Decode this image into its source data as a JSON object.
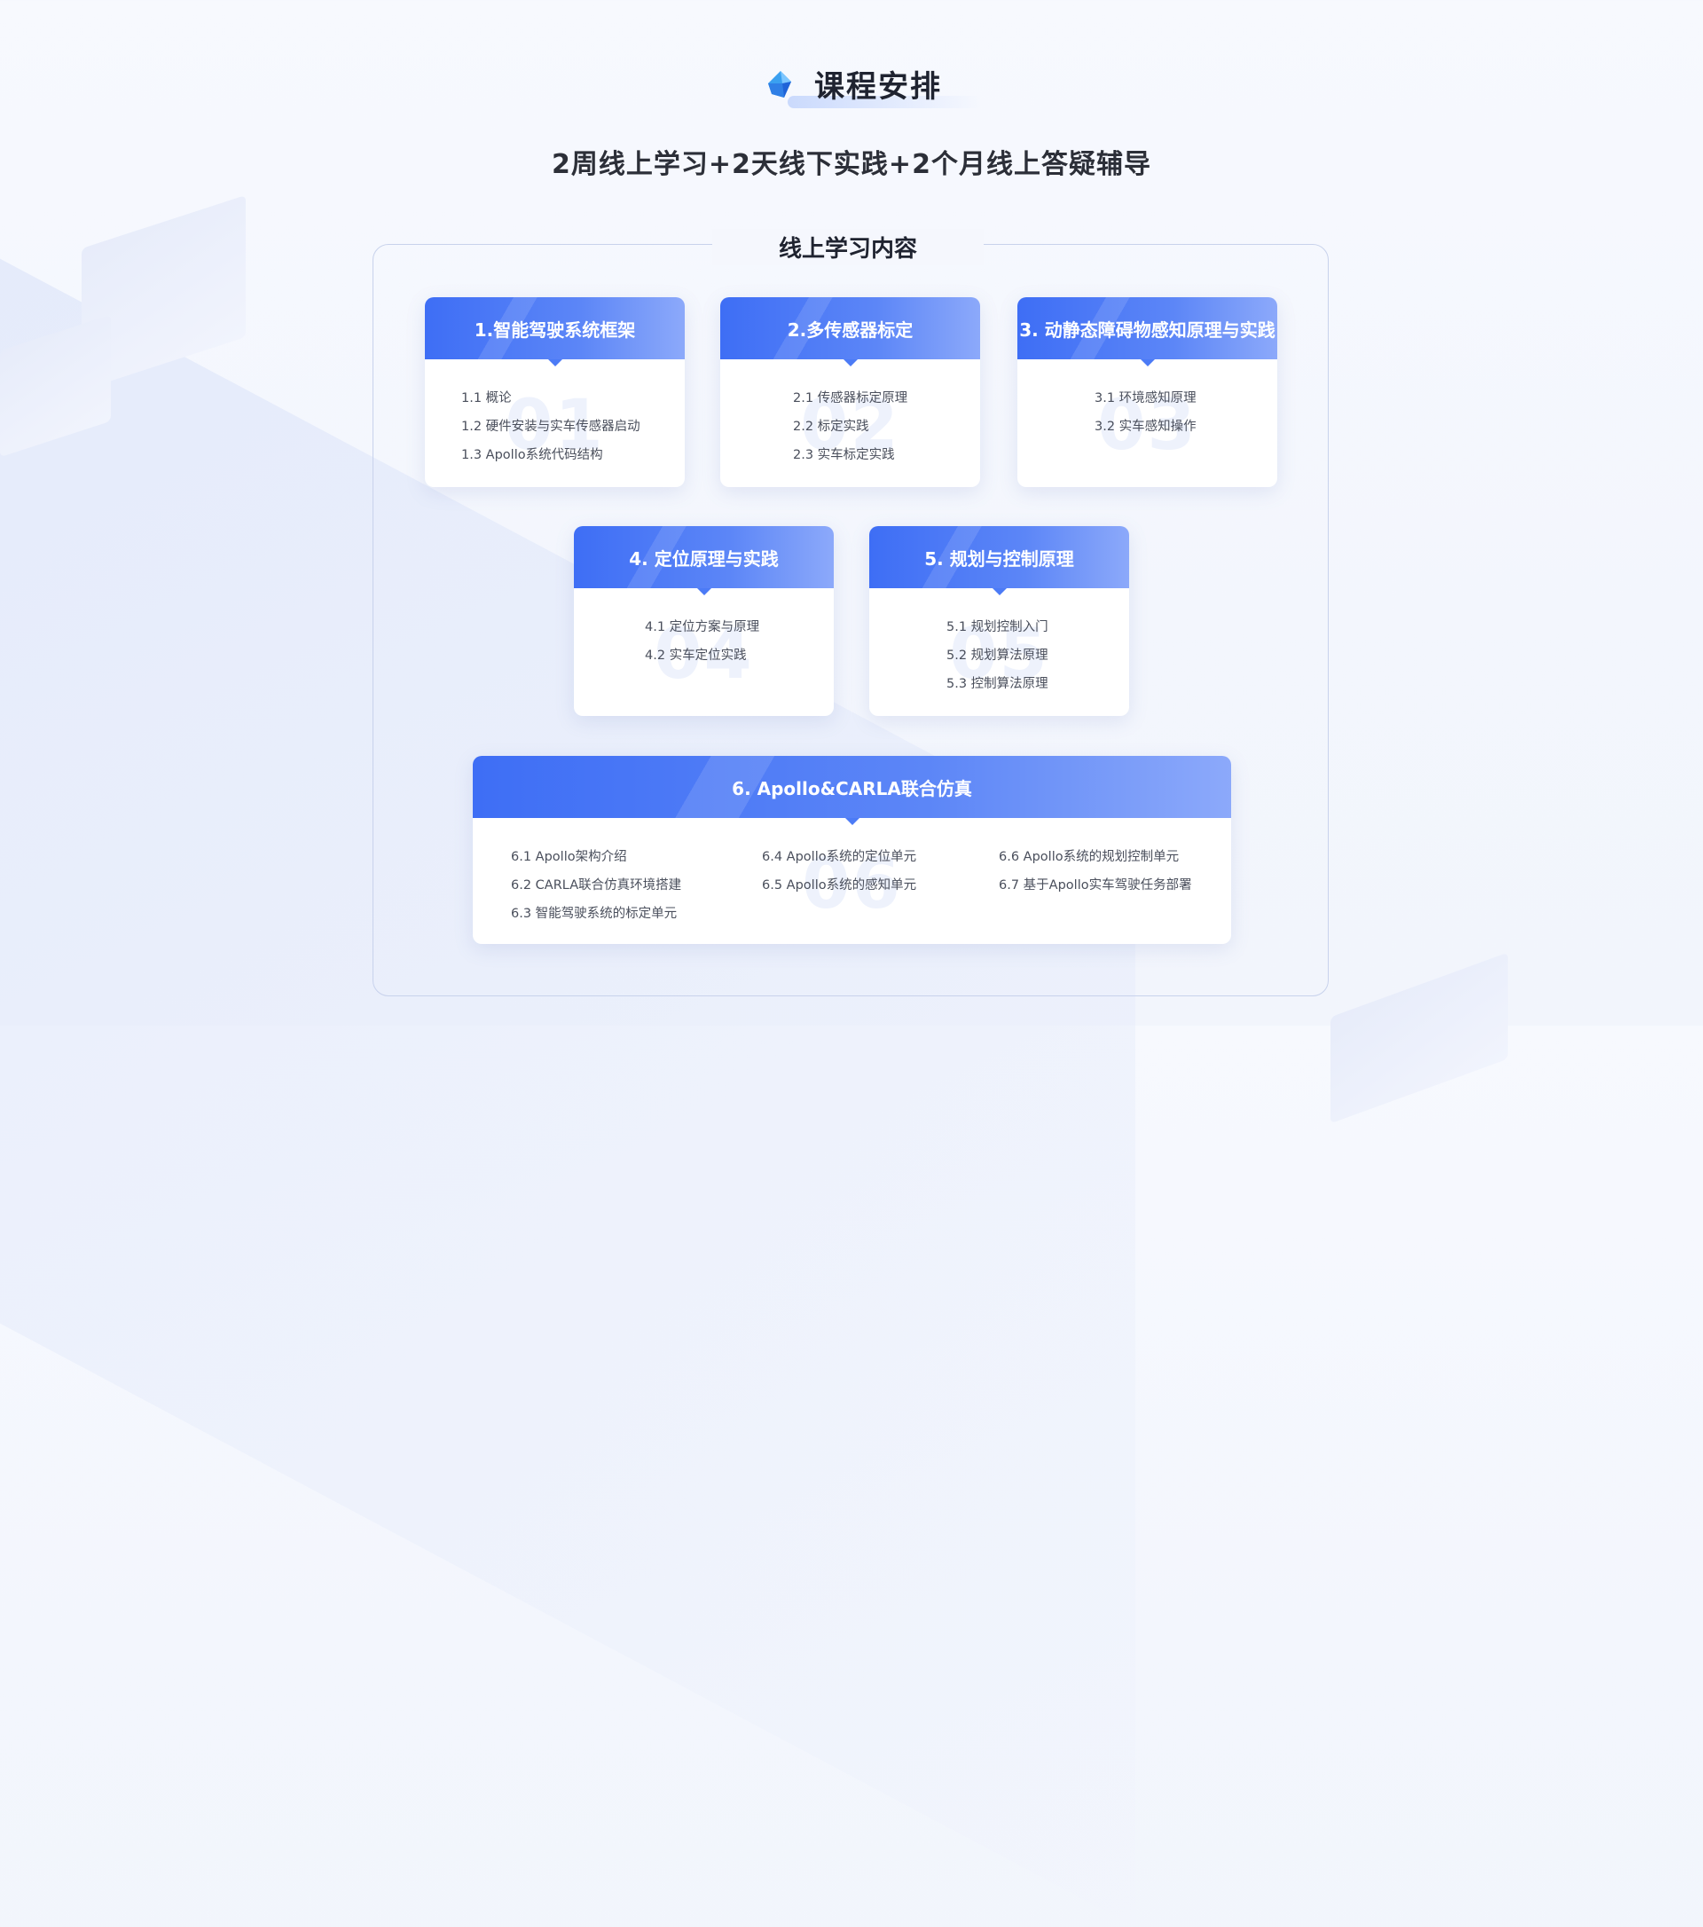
{
  "header": {
    "title": "课程安排",
    "subtitle": "2周线上学习+2天线下实践+2个月线上答疑辅导"
  },
  "section_title": "线上学习内容",
  "colors": {
    "accent_start": "#3e6ef5",
    "accent_end": "#8ca9fa",
    "frame_border": "#c8d2ec"
  },
  "modules": [
    {
      "title": "1.智能驾驶系统框架",
      "watermark": "01",
      "items": [
        "1.1 概论",
        "1.2 硬件安装与实车传感器启动",
        "1.3 Apollo系统代码结构"
      ]
    },
    {
      "title": "2.多传感器标定",
      "watermark": "02",
      "items": [
        "2.1 传感器标定原理",
        "2.2 标定实践",
        "2.3 实车标定实践"
      ]
    },
    {
      "title": "3. 动静态障碍物感知原理与实践",
      "watermark": "03",
      "items": [
        "3.1 环境感知原理",
        "3.2 实车感知操作"
      ]
    },
    {
      "title": "4. 定位原理与实践",
      "watermark": "04",
      "items": [
        "4.1 定位方案与原理",
        "4.2 实车定位实践"
      ]
    },
    {
      "title": "5. 规划与控制原理",
      "watermark": "05",
      "items": [
        "5.1 规划控制入门",
        "5.2 规划算法原理",
        "5.3 控制算法原理"
      ]
    },
    {
      "title": "6. Apollo&CARLA联合仿真",
      "watermark": "06",
      "columns": [
        [
          "6.1  Apollo架构介绍",
          "6.2  CARLA联合仿真环境搭建",
          "6.3  智能驾驶系统的标定单元"
        ],
        [
          "6.4  Apollo系统的定位单元",
          "6.5  Apollo系统的感知单元"
        ],
        [
          "6.6  Apollo系统的规划控制单元",
          "6.7  基于Apollo实车驾驶任务部署"
        ]
      ]
    }
  ]
}
